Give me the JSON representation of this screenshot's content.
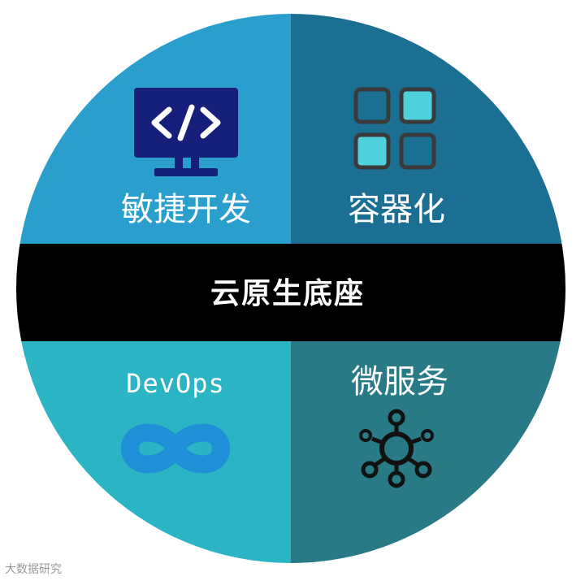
{
  "diagram": {
    "colors": {
      "top_left": "#2a9fce",
      "top_right": "#1b6f92",
      "bottom_left": "#2bb4c3",
      "bottom_right": "#297a87",
      "band": "#000000",
      "text": "#ffffff",
      "monitor": "#16207a",
      "grid_fill": "#4fd1dd",
      "grid_stroke": "#3a3a3a",
      "infinity": "#1f8fd8",
      "network": "#111111"
    },
    "center_label": "云原生底座",
    "quadrants": [
      {
        "label": "敏捷开发",
        "icon": "code-monitor-icon"
      },
      {
        "label": "容器化",
        "icon": "grid-blocks-icon"
      },
      {
        "label": "DevOps",
        "icon": "infinity-icon"
      },
      {
        "label": "微服务",
        "icon": "network-hub-icon"
      }
    ]
  },
  "watermark": "大数据研究"
}
